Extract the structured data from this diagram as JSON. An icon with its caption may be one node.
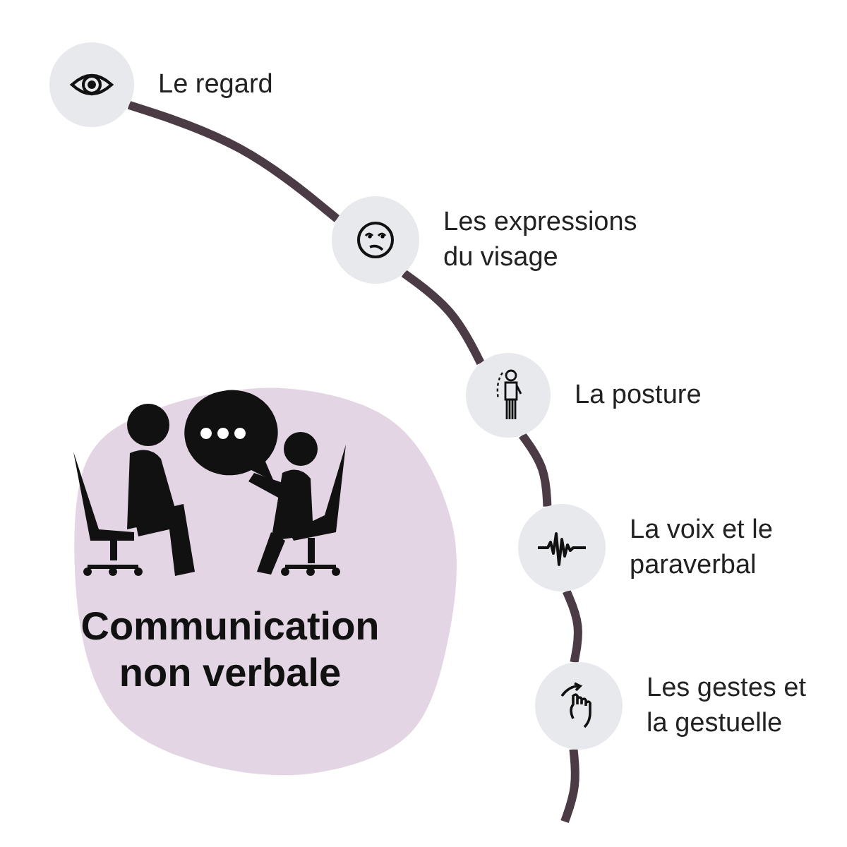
{
  "diagram": {
    "nodes": [
      {
        "text": [
          "Communication non verbale"
        ]
      },
      {
        "text": [
          "Le regard"
        ]
      },
      {
        "text": [
          "Les expressions du visage"
        ]
      },
      {
        "text": [
          "La posture"
        ]
      },
      {
        "text": [
          "La voix et le paraverbal"
        ]
      },
      {
        "text": [
          "Les gestes et la gestuelle"
        ]
      }
    ],
    "edges": [
      {
        "from": 1,
        "to": 2,
        "arrow": "none"
      },
      {
        "from": 2,
        "to": 3,
        "arrow": "none"
      },
      {
        "from": 3,
        "to": 4,
        "arrow": "none"
      },
      {
        "from": 4,
        "to": 5,
        "arrow": "none"
      },
      {
        "from": 5,
        "to": null,
        "arrow": "none"
      }
    ]
  }
}
